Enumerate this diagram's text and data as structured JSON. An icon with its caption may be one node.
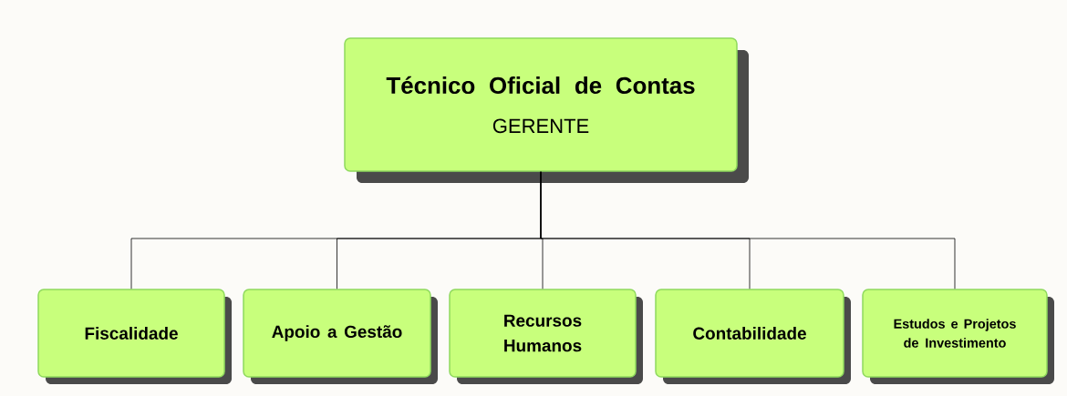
{
  "diagram": {
    "nodes": [
      {
        "text": [
          "Técnico Oficial de Contas",
          "GERENTE"
        ]
      },
      {
        "text": [
          "Fiscalidade"
        ]
      },
      {
        "text": [
          "Apoio a Gestão"
        ]
      },
      {
        "text": [
          "Recursos Humanos"
        ]
      },
      {
        "text": [
          "Contabilidade"
        ]
      },
      {
        "text": [
          "Estudos e Projetos de Investimento"
        ]
      }
    ],
    "edges": [
      {
        "from": 0,
        "to": 1,
        "arrow": "none"
      },
      {
        "from": 0,
        "to": 2,
        "arrow": "none"
      },
      {
        "from": 0,
        "to": 3,
        "arrow": "none"
      },
      {
        "from": 0,
        "to": 4,
        "arrow": "none"
      },
      {
        "from": 0,
        "to": 5,
        "arrow": "none"
      }
    ]
  }
}
